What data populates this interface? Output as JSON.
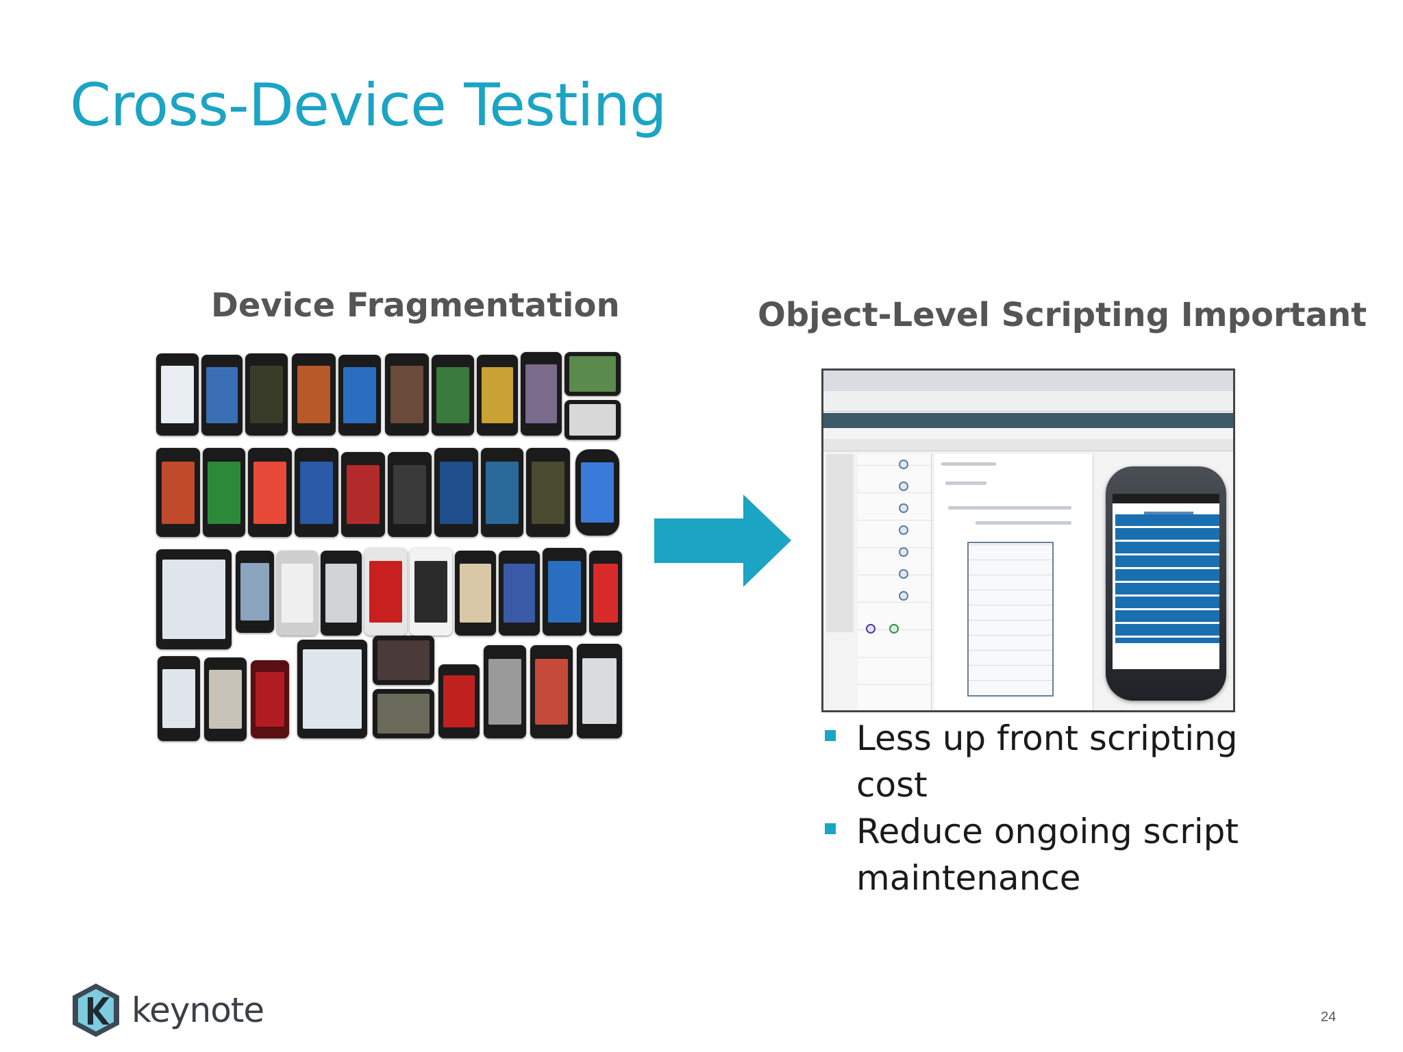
{
  "slide": {
    "title": "Cross-Device Testing",
    "left_heading": "Device Fragmentation",
    "right_heading": "Object-Level Scripting Important",
    "bullets": [
      "Less up front scripting cost",
      "Reduce ongoing script maintenance"
    ],
    "page_number": "24"
  },
  "logo": {
    "text": "keynote"
  },
  "colors": {
    "accent": "#1ba4c4",
    "heading": "#555555",
    "body_text": "#1a1a1a"
  },
  "icons": {
    "arrow": "arrow-right-icon",
    "logo_mark": "keynote-logo-icon",
    "bullet": "square-bullet-icon"
  }
}
